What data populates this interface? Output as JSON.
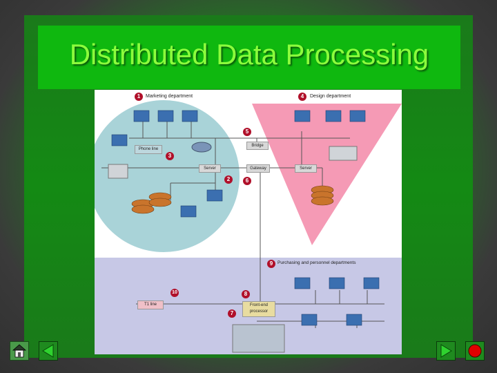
{
  "slide": {
    "title": "Distributed Data Processing"
  },
  "diagram": {
    "sections": {
      "marketing": "Marketing department",
      "design": "Design department",
      "purchasing": "Purchasing and personnel departments"
    },
    "components": {
      "phone_line": "Phone line",
      "bridge": "Bridge",
      "gateway": "Gateway",
      "server_left": "Server",
      "server_right": "Server",
      "t1_line": "T1 line",
      "front_end": "Front-end processor"
    },
    "markers": [
      "1",
      "2",
      "3",
      "4",
      "5",
      "6",
      "7",
      "8",
      "9",
      "10"
    ]
  },
  "nav": {
    "icons": [
      "home-icon",
      "back-arrow-icon",
      "forward-arrow-icon",
      "stop-icon"
    ]
  },
  "colors": {
    "title": "#8cff3c",
    "title_bar": "#0fb80f",
    "marketing": "#a9d3d8",
    "design": "#f59ab5",
    "purchasing": "#c7c8e6",
    "marker": "#b0102a"
  }
}
